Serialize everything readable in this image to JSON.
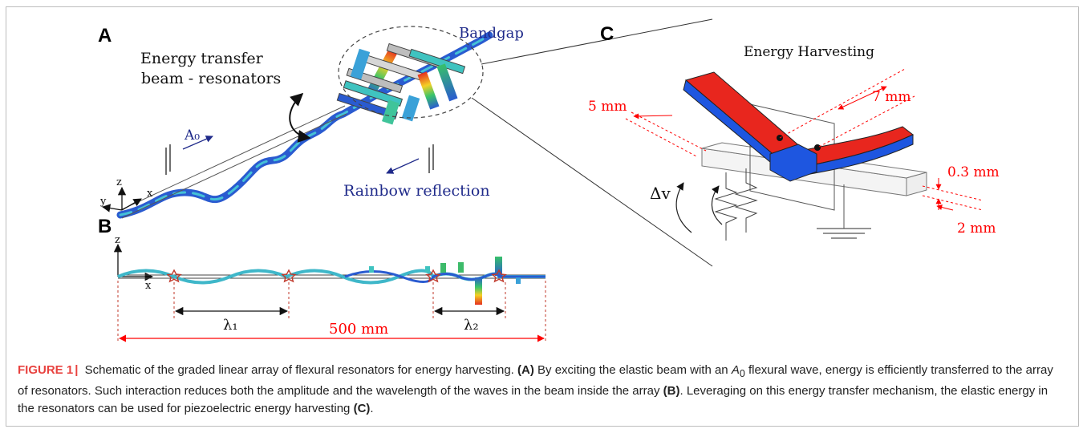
{
  "panels": {
    "A": {
      "letter": "A",
      "transfer_label_line1": "Energy transfer",
      "transfer_label_line2": "beam - resonators",
      "bandgap_label": "Bandgap",
      "rainbow_label": "Rainbow reflection",
      "wave_mode_label": "A₀",
      "axis_z": "z",
      "axis_y": "y",
      "axis_x": "x"
    },
    "B": {
      "letter": "B",
      "axis_z": "z",
      "axis_x": "x",
      "lambda1": "λ₁",
      "lambda2": "λ₂",
      "length_label": "500 mm"
    },
    "C": {
      "letter": "C",
      "title": "Energy Harvesting",
      "dim_5mm": "5 mm",
      "dim_7mm": "7 mm",
      "dim_03mm": "0.3 mm",
      "dim_2mm": "2 mm",
      "voltage_label": "Δv"
    }
  },
  "caption": {
    "label": "FIGURE 1",
    "separator": "|",
    "intro": "Schematic of the graded linear array of flexural resonators for energy harvesting.",
    "ref_a": "(A)",
    "text_a1": "By exciting the elastic beam with an",
    "wave_symbol": "A",
    "wave_sub": "0",
    "text_a2": "flexural wave, energy is efficiently transferred to the array of resonators. Such interaction reduces both the amplitude and the wavelength of the waves in the beam inside the array",
    "ref_b": "(B)",
    "text_c1": ". Leveraging on this energy transfer mechanism, the elastic energy in the resonators can be used for piezoelectric energy harvesting",
    "ref_c": "(C)",
    "end": "."
  },
  "colors": {
    "accent_red": "#e8423f",
    "dimension_red": "#ff0000",
    "label_navy": "#1f2a8a",
    "beam_blue": "#2456c7",
    "beam_cyan": "#3fb7c9"
  }
}
